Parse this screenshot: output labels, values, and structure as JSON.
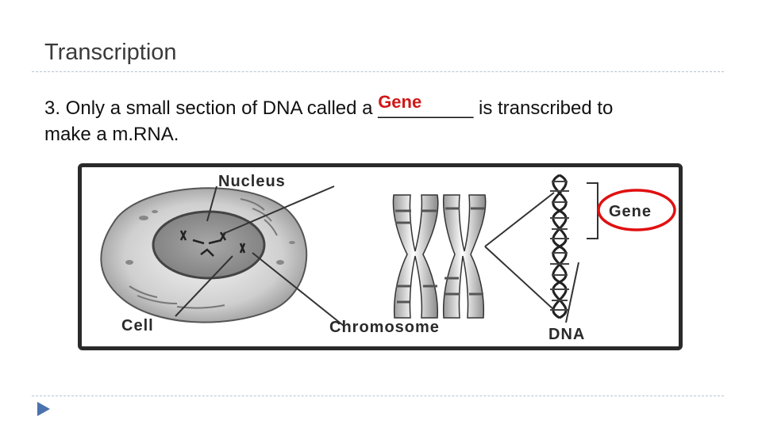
{
  "slide": {
    "title": "Transcription",
    "line1_before": "3.  Only a small section of DNA called a ",
    "blank": "_________",
    "line1_after": " is transcribed to",
    "line2": "make a m.RNA.",
    "answer": "Gene"
  },
  "figure": {
    "labels": {
      "nucleus": "Nucleus",
      "cell": "Cell",
      "chromosome": "Chromosome",
      "dna": "DNA",
      "gene": "Gene"
    },
    "highlight_color": "#e01010"
  }
}
